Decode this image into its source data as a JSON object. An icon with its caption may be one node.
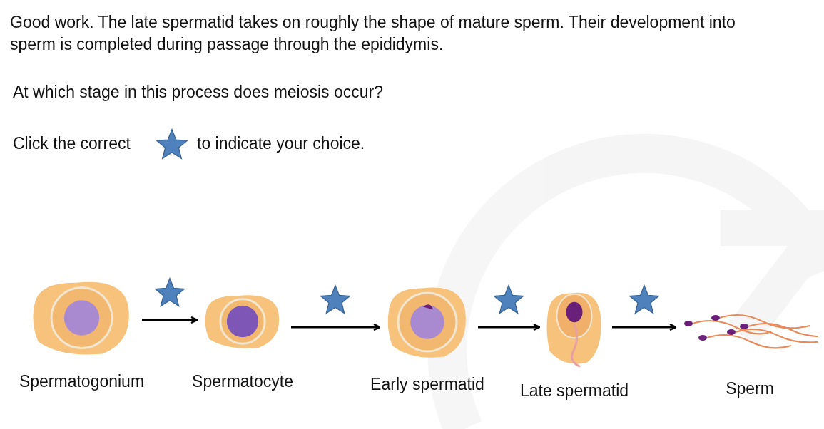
{
  "diagram": {
    "nodes": [
      {
        "text": [
          "Spermatogonium"
        ]
      },
      {
        "text": [
          "Spermatocyte"
        ]
      },
      {
        "text": [
          "Early spermatid"
        ]
      },
      {
        "text": [
          "Late spermatid"
        ]
      },
      {
        "text": [
          "Sperm"
        ]
      }
    ],
    "edges": [
      {
        "from": 0,
        "to": 1,
        "arrow": "to"
      },
      {
        "from": 1,
        "to": 2,
        "arrow": "to"
      },
      {
        "from": 2,
        "to": 3,
        "arrow": "to"
      },
      {
        "from": 3,
        "to": 4,
        "arrow": "to"
      }
    ],
    "labels": [
      "Good work. The late spermatid takes on roughly the shape of mature sperm. Their development into sperm is completed during passage through the epididymis.",
      "At which stage in this process does meiosis occur?",
      "Click the correct",
      "to indicate your choice."
    ]
  }
}
